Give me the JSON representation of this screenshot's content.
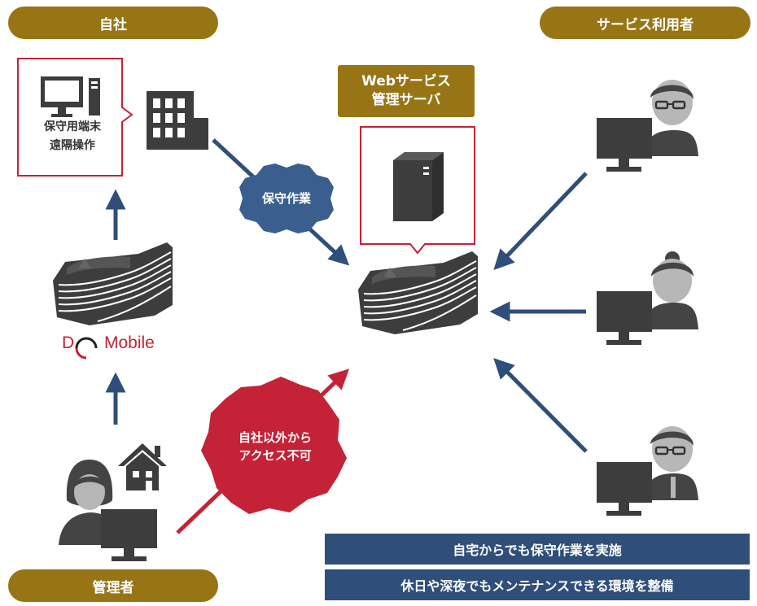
{
  "groups": {
    "own_company": "自社",
    "service_users": "サービス利用者",
    "administrator": "管理者"
  },
  "server_label": [
    "Webサービス",
    "管理サーバ"
  ],
  "remote_terminal": [
    "保守用端末",
    "遠隔操作"
  ],
  "badges": {
    "maintenance": "保守作業",
    "blocked": [
      "自社以外から",
      "アクセス不可"
    ]
  },
  "logo": {
    "prefix": "D",
    "name": "Mobile"
  },
  "benefits": [
    "自宅からでも保守作業を実施",
    "休日や深夜でもメンテナンスできる環境を整備"
  ],
  "colors": {
    "gold": "#977515",
    "navy": "#2f4f7a",
    "blue_badge": "#3a5f8f",
    "red": "#c42236",
    "icon_gray": "#3d3d3d"
  },
  "icons": [
    "computer-icon",
    "office-building-icon",
    "server-icon",
    "data-center-icon",
    "house-icon",
    "person-icon",
    "monitor-icon"
  ]
}
